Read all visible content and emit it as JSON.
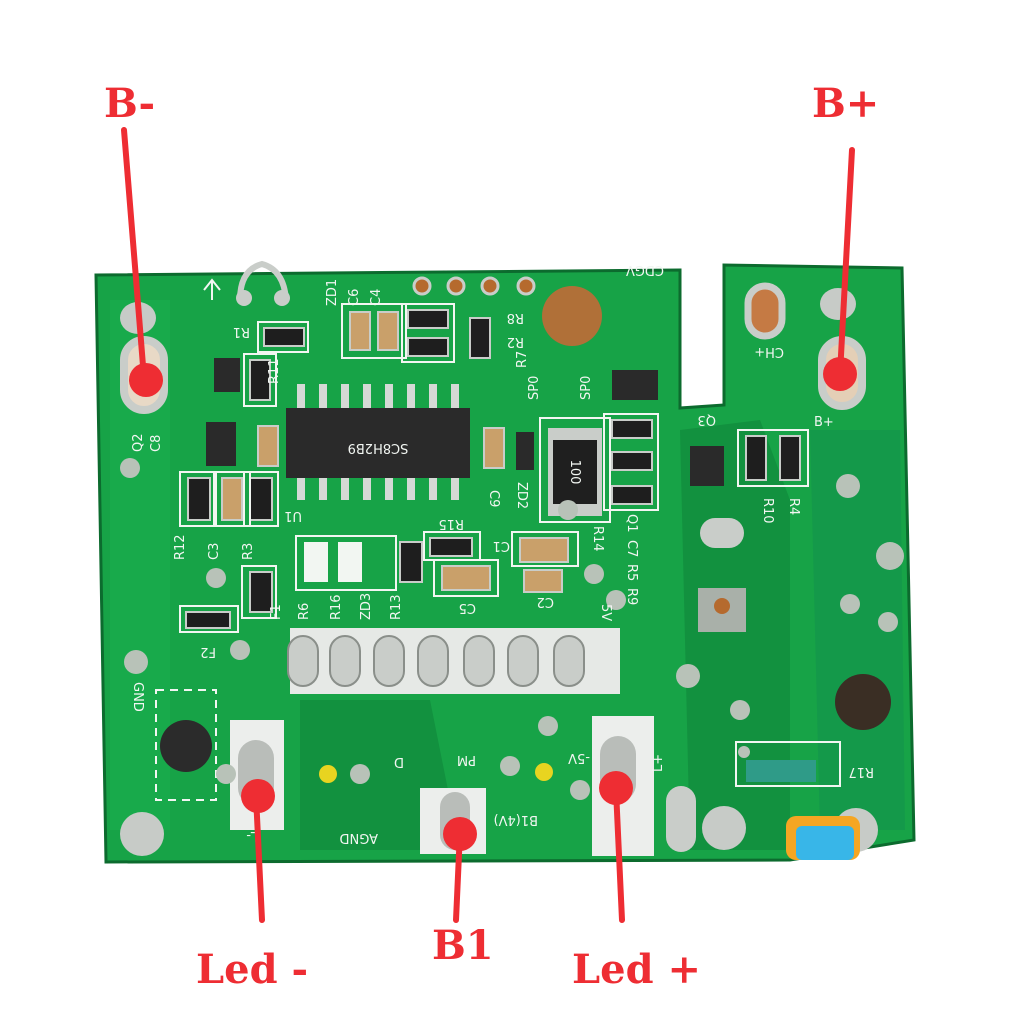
{
  "callouts": {
    "b_minus": "B-",
    "b_plus": "B+",
    "led_minus": "Led -",
    "b1": "B1",
    "led_plus": "Led +"
  },
  "silkscreen": {
    "cdgv": "CDGV",
    "ch_plus": "CH+",
    "b_plus": "B+",
    "q3": "Q3",
    "r10": "R10",
    "r4": "R4",
    "q1": "Q1",
    "r14": "R14",
    "c7": "C7",
    "r5": "R5",
    "r9": "R9",
    "v5": "5V",
    "c2": "C2",
    "c5": "C5",
    "r13": "R13",
    "zd3": "ZD3",
    "r16": "R16",
    "r6": "R6",
    "f1": "F1",
    "f2": "F2",
    "r12": "R12",
    "c3": "C3",
    "r3": "R3",
    "u1": "U1",
    "r15": "R15",
    "c1": "C1",
    "c9": "C9",
    "zd2": "ZD2",
    "q2": "Q2",
    "c8": "C8",
    "r1": "R1",
    "r11": "R11",
    "zd1": "ZD1",
    "c6": "C6",
    "c4": "C4",
    "r8": "R8",
    "r2": "R2",
    "r7": "R7",
    "sp0a": "SP0",
    "sp0b": "SP0",
    "gnd": "GND",
    "agnd": "AGND",
    "d": "D",
    "pm": "PM",
    "b1_4v": "B1(4V)",
    "minus5v": "-5V",
    "l_plus": "L+",
    "l_minus": "L-",
    "r17": "R17",
    "resistor_100": "100",
    "ic_text": "SC8H2B9"
  },
  "colors": {
    "board": "#17a347",
    "board_dark": "#0f7f38",
    "pad": "#d9ded9",
    "copper": "#b56a2e",
    "callout_red": "#ee2d33"
  }
}
